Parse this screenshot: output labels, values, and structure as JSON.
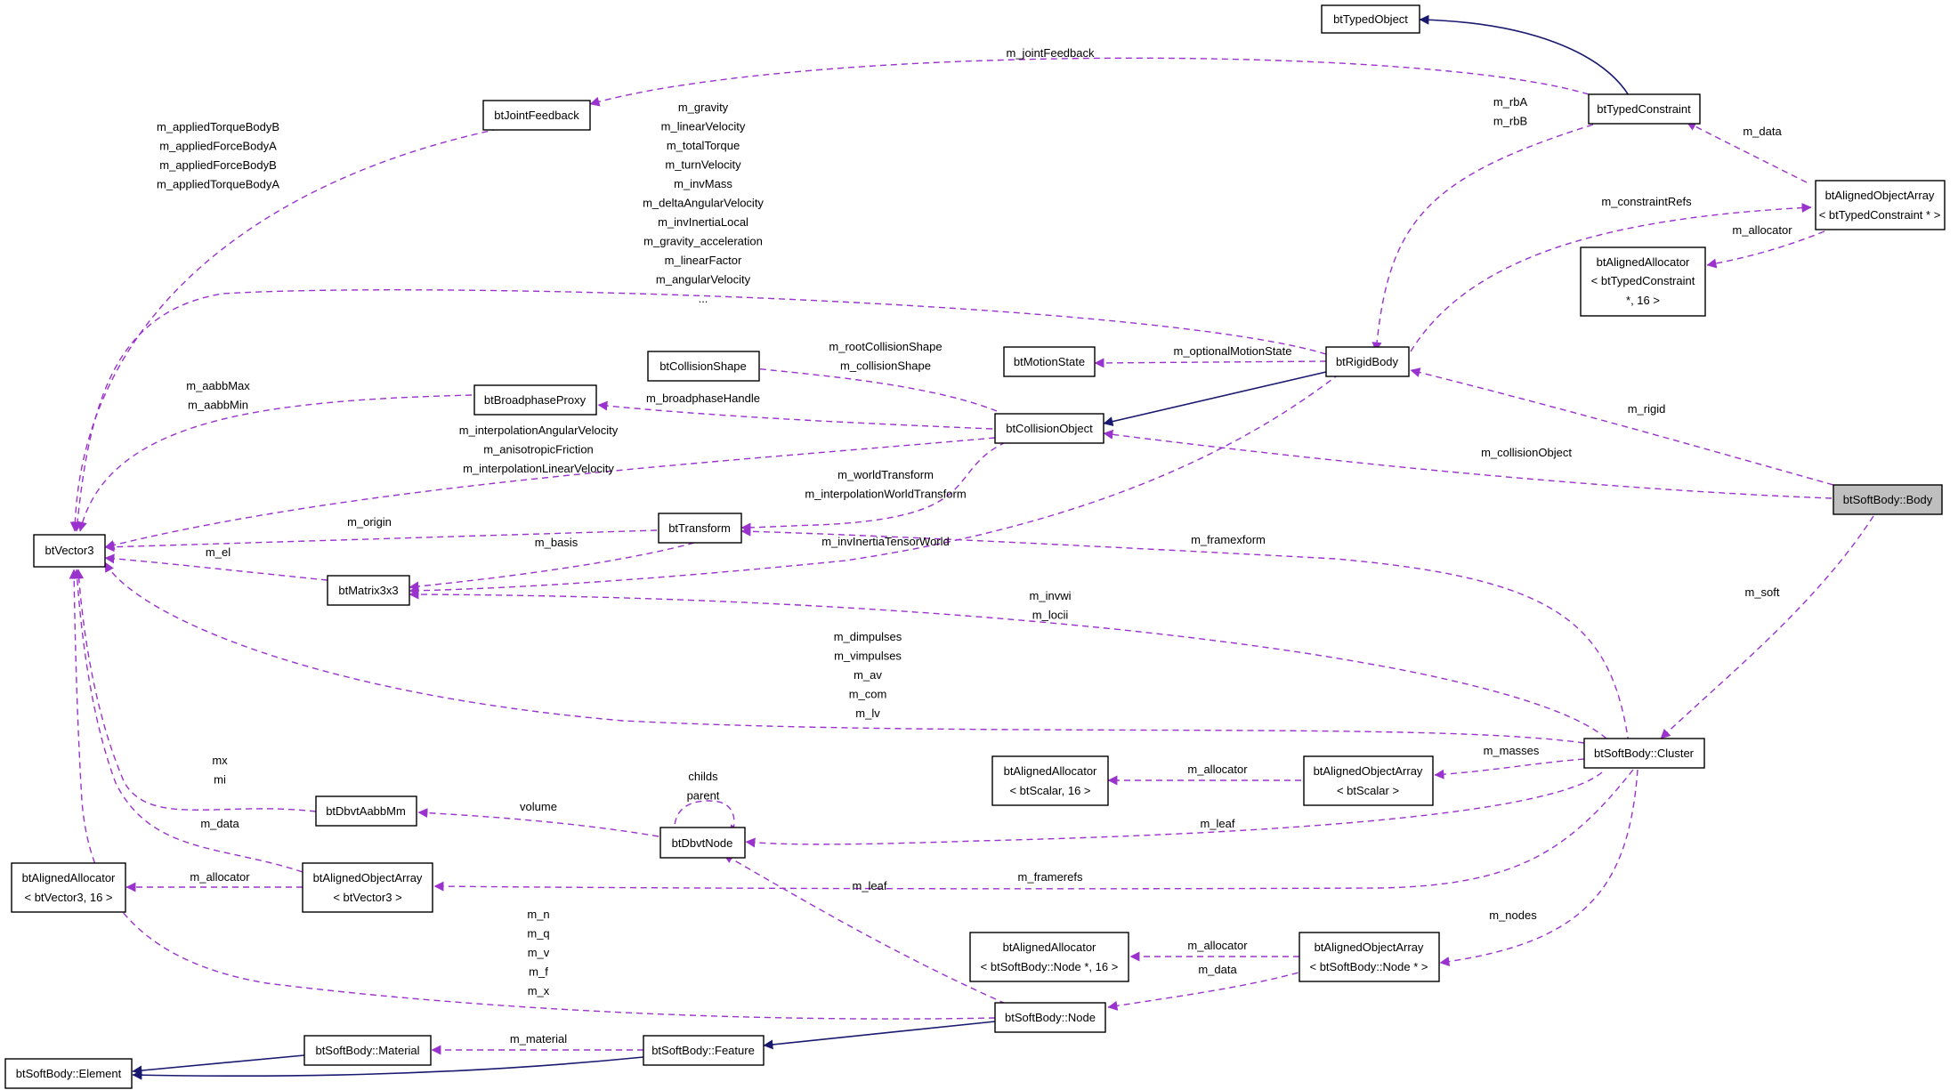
{
  "colors": {
    "inheritance": "#191970",
    "usage": "#9a32cd",
    "focus_fill": "#bfbfbf"
  },
  "nodes": {
    "btTypedObject": [
      "btTypedObject"
    ],
    "btJointFeedback": [
      "btJointFeedback"
    ],
    "btTypedConstraint": [
      "btTypedConstraint"
    ],
    "btAOA_TypedConstraint": [
      "btAlignedObjectArray",
      "< btTypedConstraint * >"
    ],
    "btAA_TypedConstraint": [
      "btAlignedAllocator",
      "< btTypedConstraint",
      "*, 16 >"
    ],
    "btCollisionShape": [
      "btCollisionShape"
    ],
    "btMotionState": [
      "btMotionState"
    ],
    "btRigidBody": [
      "btRigidBody"
    ],
    "btBroadphaseProxy": [
      "btBroadphaseProxy"
    ],
    "btCollisionObject": [
      "btCollisionObject"
    ],
    "btSoftBodyBody": [
      "btSoftBody::Body"
    ],
    "btVector3": [
      "btVector3"
    ],
    "btTransform": [
      "btTransform"
    ],
    "btMatrix3x3": [
      "btMatrix3x3"
    ],
    "btAA_Scalar": [
      "btAlignedAllocator",
      "< btScalar, 16 >"
    ],
    "btAOA_Scalar": [
      "btAlignedObjectArray",
      "< btScalar >"
    ],
    "btSoftBodyCluster": [
      "btSoftBody::Cluster"
    ],
    "btDbvtAabbMm": [
      "btDbvtAabbMm"
    ],
    "btDbvtNode": [
      "btDbvtNode"
    ],
    "btAA_Vector3": [
      "btAlignedAllocator",
      "< btVector3, 16 >"
    ],
    "btAOA_Vector3": [
      "btAlignedObjectArray",
      "< btVector3 >"
    ],
    "btAA_Node": [
      "btAlignedAllocator",
      "< btSoftBody::Node *, 16 >"
    ],
    "btAOA_Node": [
      "btAlignedObjectArray",
      "< btSoftBody::Node * >"
    ],
    "btSoftBodyNode": [
      "btSoftBody::Node"
    ],
    "btSoftBodyMaterial": [
      "btSoftBody::Material"
    ],
    "btSoftBodyFeature": [
      "btSoftBody::Feature"
    ],
    "btSoftBodyElement": [
      "btSoftBody::Element"
    ]
  },
  "edges": {
    "jointfeedback_vec": [
      "m_appliedTorqueBodyB",
      "m_appliedForceBodyA",
      "m_appliedForceBodyB",
      "m_appliedTorqueBodyA"
    ],
    "constraint_jointfeedback": [
      "m_jointFeedback"
    ],
    "constraint_rigid": [
      "m_rbA",
      "m_rbB"
    ],
    "aoa_constraint": [
      "m_data"
    ],
    "rigid_aoa_constraint": [
      "m_constraintRefs"
    ],
    "aoa_constraint_alloc": [
      "m_allocator"
    ],
    "rigid_vec": [
      "m_gravity",
      "m_linearVelocity",
      "m_totalTorque",
      "m_turnVelocity",
      "m_invMass",
      "m_deltaAngularVelocity",
      "m_invInertiaLocal",
      "m_gravity_acceleration",
      "m_linearFactor",
      "m_angularVelocity",
      "..."
    ],
    "collobj_shape": [
      "m_rootCollisionShape",
      "m_collisionShape"
    ],
    "rigid_motionstate": [
      "m_optionalMotionState"
    ],
    "proxy_vec": [
      "m_aabbMax",
      "m_aabbMin"
    ],
    "collobj_proxy": [
      "m_broadphaseHandle"
    ],
    "collobj_vec": [
      "m_interpolationAngularVelocity",
      "m_anisotropicFriction",
      "m_interpolationLinearVelocity"
    ],
    "collobj_transform": [
      "m_worldTransform",
      "m_interpolationWorldTransform"
    ],
    "body_rigid": [
      "m_rigid"
    ],
    "body_collobj": [
      "m_collisionObject"
    ],
    "transform_vec": [
      "m_origin"
    ],
    "transform_matrix": [
      "m_basis"
    ],
    "matrix_vec": [
      "m_el"
    ],
    "rigid_matrix": [
      "m_invInertiaTensorWorld"
    ],
    "cluster_transform": [
      "m_framexform"
    ],
    "body_cluster": [
      "m_soft"
    ],
    "cluster_matrix": [
      "m_invwi",
      "m_locii"
    ],
    "cluster_vec": [
      "m_dimpulses",
      "m_vimpulses",
      "m_av",
      "m_com",
      "m_lv"
    ],
    "aoa_scalar_alloc": [
      "m_allocator"
    ],
    "cluster_aoa_scalar": [
      "m_masses"
    ],
    "aabb_vec": [
      "mx",
      "mi"
    ],
    "dbvt_self": [
      "childs",
      "parent"
    ],
    "dbvt_aabb": [
      "volume"
    ],
    "cluster_dbvt": [
      "m_leaf"
    ],
    "aoa_vec_data": [
      "m_data"
    ],
    "aoa_vec_alloc": [
      "m_allocator"
    ],
    "cluster_aoa_vec": [
      "m_framerefs"
    ],
    "node_dbvt": [
      "m_leaf"
    ],
    "node_vec": [
      "m_n",
      "m_q",
      "m_v",
      "m_f",
      "m_x"
    ],
    "cluster_aoa_node": [
      "m_nodes"
    ],
    "aoa_node_alloc": [
      "m_allocator"
    ],
    "aoa_node_data": [
      "m_data"
    ],
    "feature_material": [
      "m_material"
    ]
  }
}
